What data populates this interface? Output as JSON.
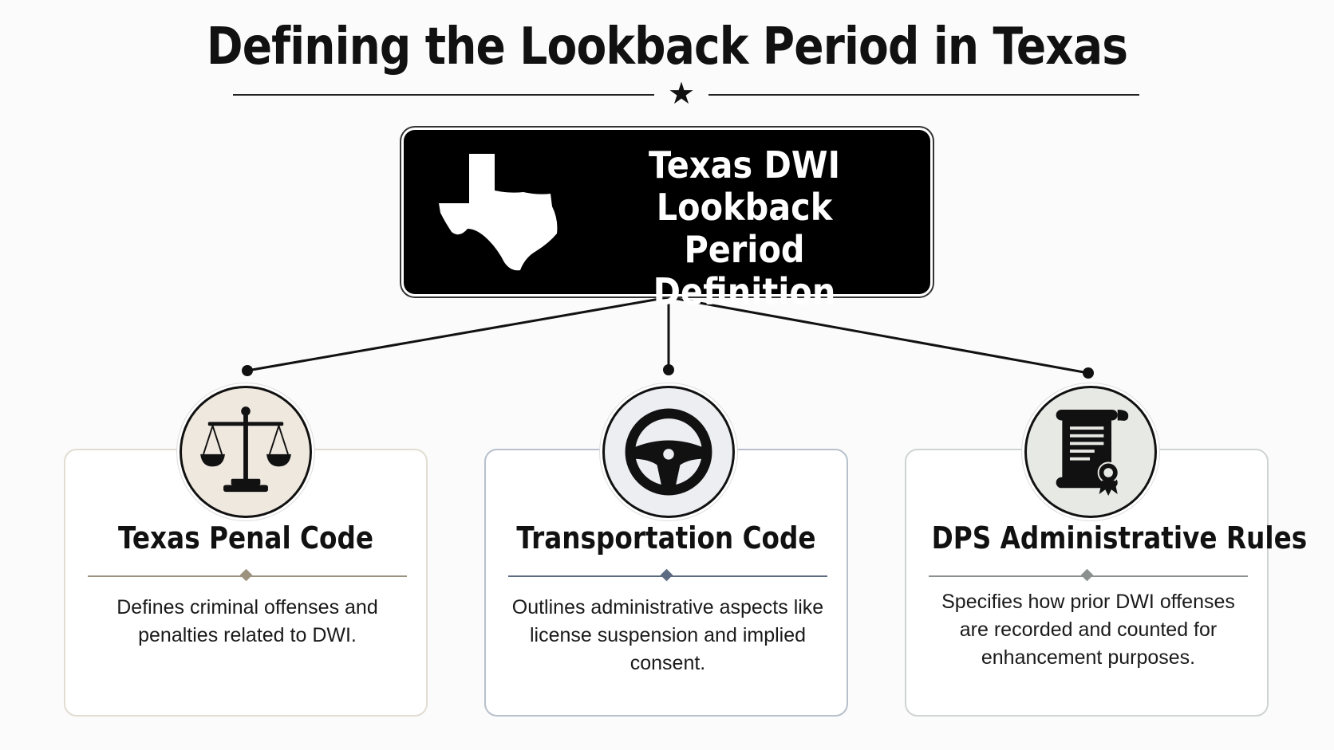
{
  "title": "Defining the Lookback Period in Texas",
  "central": {
    "lines": [
      "Texas DWI",
      "Lookback Period",
      "Definition"
    ],
    "background": "#000000",
    "icon": "texas-map-icon"
  },
  "sources": [
    {
      "title": "Texas Penal Code",
      "description": "Defines criminal offenses and penalties related to DWI.",
      "icon": "scales-of-justice-icon",
      "accent": "#9c927e",
      "icon_bg": "#efe8df"
    },
    {
      "title": "Transportation Code",
      "description": "Outlines administrative aspects like license suspension and implied consent.",
      "icon": "steering-wheel-icon",
      "accent": "#5d6b82",
      "icon_bg": "#eceef2"
    },
    {
      "title": "DPS Administrative Rules",
      "description": "Specifies how prior DWI offenses are recorded and counted for enhancement purposes.",
      "icon": "scroll-with-seal-icon",
      "accent": "#8a918e",
      "icon_bg": "#e7e9e5"
    }
  ]
}
